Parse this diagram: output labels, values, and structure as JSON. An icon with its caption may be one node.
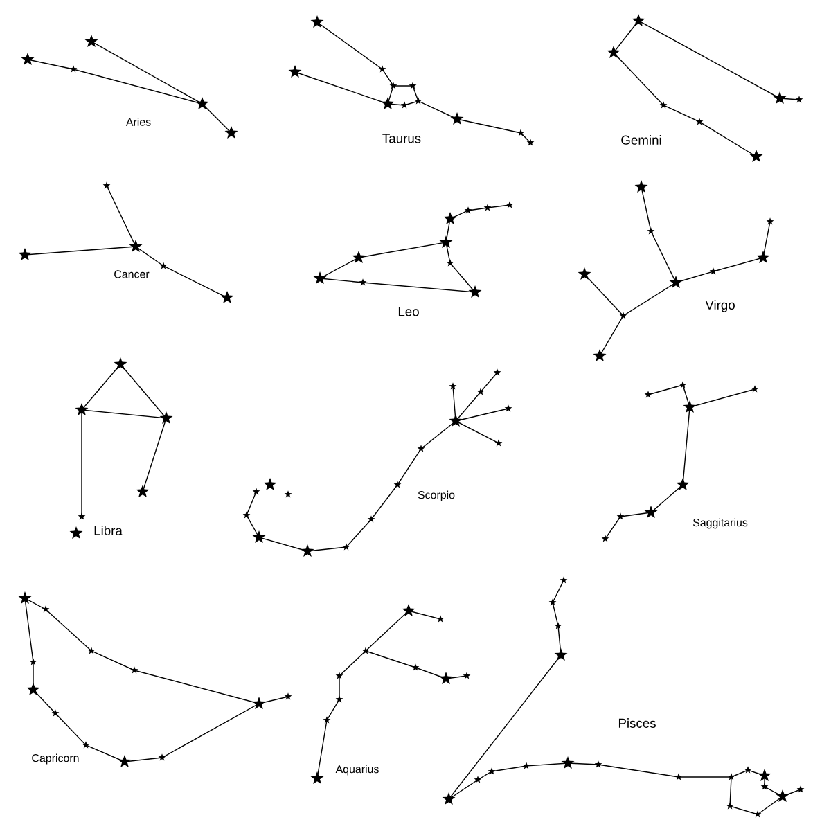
{
  "diagram": {
    "labels": [
      "Aries",
      "Taurus",
      "Gemini",
      "Cancer",
      "Leo",
      "Virgo",
      "Libra",
      "Scorpio",
      "Saggitarius",
      "Capricorn",
      "Aquarius",
      "Pisces"
    ]
  }
}
